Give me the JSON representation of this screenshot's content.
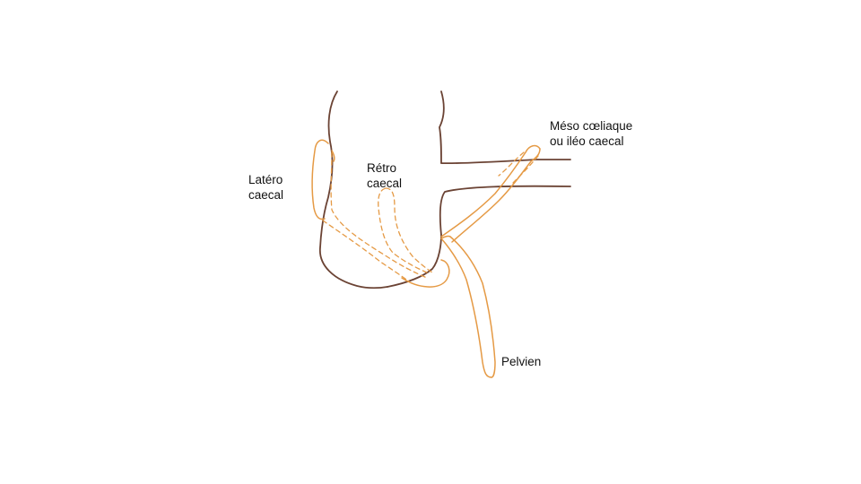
{
  "colors": {
    "caecum": "#6b4334",
    "appendix": "#e59a45",
    "text": "#111111",
    "background": "#ffffff"
  },
  "labels": {
    "latero": {
      "line1": "Latéro",
      "line2": "caecal"
    },
    "retro": {
      "line1": "Rétro",
      "line2": "caecal"
    },
    "meso": {
      "line1": "Méso cœliaque",
      "line2": "ou iléo caecal"
    },
    "pelvien": {
      "line1": "Pelvien"
    }
  }
}
